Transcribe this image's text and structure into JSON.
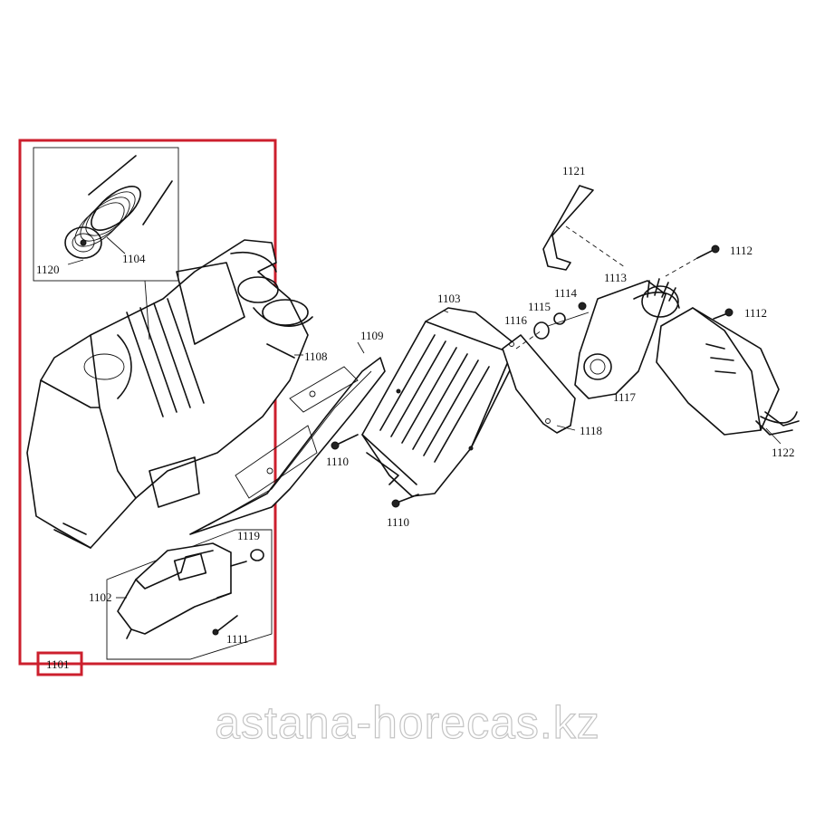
{
  "diagram": {
    "highlight_color": "#cc1f2d",
    "highlight_part": "1101",
    "part_labels": {
      "p1101": "1101",
      "p1102": "1102",
      "p1104": "1104",
      "p1108": "1108",
      "p1109": "1109",
      "p1110a": "1110",
      "p1110b": "1110",
      "p1111": "1111",
      "p1112a": "1112",
      "p1112b": "1112",
      "p1113": "1113",
      "p1103": "1103",
      "p1114": "1114",
      "p1115": "1115",
      "p1116": "1116",
      "p1117": "1117",
      "p1118": "1118",
      "p1119": "1119",
      "p1120": "1120",
      "p1121": "1121",
      "p1122": "1122"
    }
  },
  "watermark": {
    "text": "astana-horecas.kz"
  }
}
